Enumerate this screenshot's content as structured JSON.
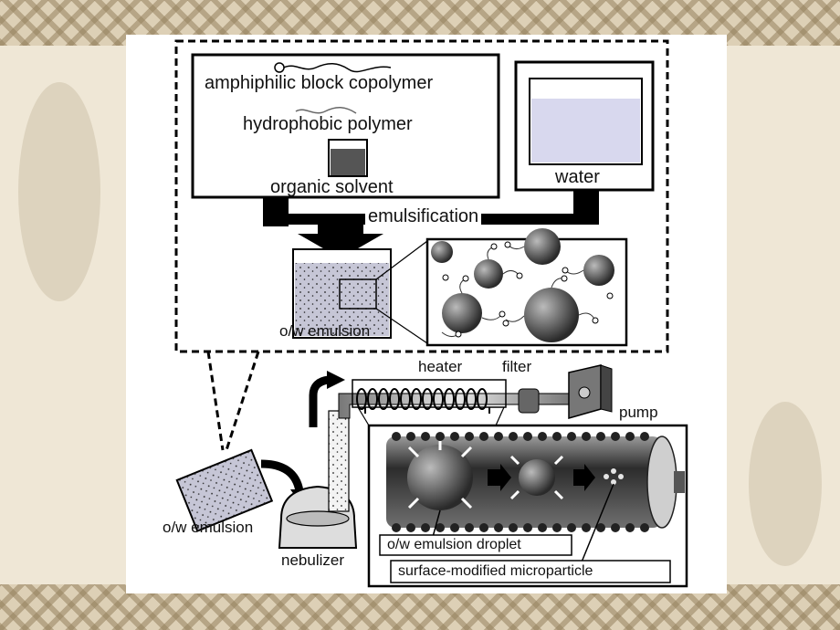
{
  "labels": {
    "amphiphilic": "amphiphilic block copolymer",
    "hydrophobic": "hydrophobic polymer",
    "organic_solvent": "organic solvent",
    "water": "water",
    "emulsification": "emulsification",
    "ow_emulsion_top": "o/w emulsion",
    "ow_emulsion_left": "o/w emulsion",
    "nebulizer": "nebulizer",
    "heater": "heater",
    "filter": "filter",
    "pump": "pump",
    "droplet": "o/w emulsion droplet",
    "microparticle": "surface-modified microparticle"
  }
}
